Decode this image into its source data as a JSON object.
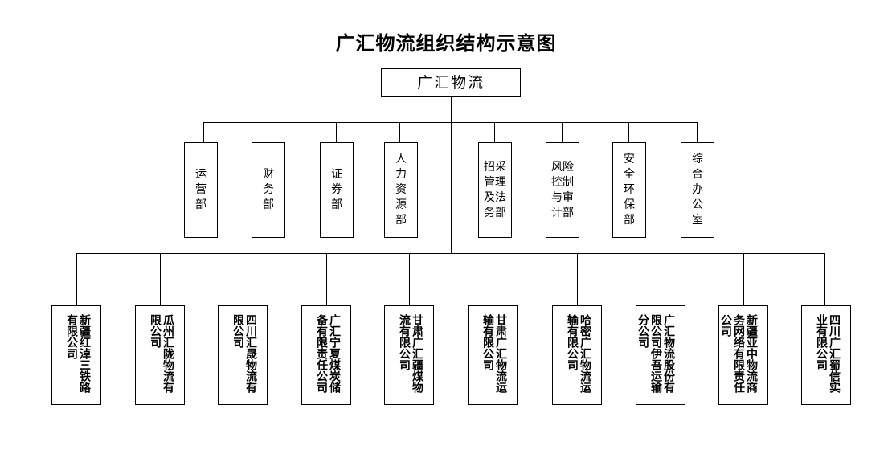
{
  "title": "广汇物流组织结构示意图",
  "root": {
    "label": "广汇物流"
  },
  "departments": [
    {
      "id": "dept-operations",
      "label": "运营部"
    },
    {
      "id": "dept-finance",
      "label": "财务部"
    },
    {
      "id": "dept-securities",
      "label": "证券部"
    },
    {
      "id": "dept-hr",
      "label": "人力资源部"
    },
    {
      "id": "dept-procurement-legal",
      "label": "招采管理及法务部"
    },
    {
      "id": "dept-risk-audit",
      "label": "风险控制与审计部"
    },
    {
      "id": "dept-safety-env",
      "label": "安全环保部"
    },
    {
      "id": "dept-general-office",
      "label": "综合办公室"
    }
  ],
  "subsidiaries": [
    {
      "id": "sub-hongchun-railway",
      "label": "新疆红淖三铁路有限公司"
    },
    {
      "id": "sub-guazhou-huilong",
      "label": "瓜州汇陇物流有限公司"
    },
    {
      "id": "sub-sichuan-huisheng",
      "label": "四川汇晟物流有限公司"
    },
    {
      "id": "sub-guanghui-ningxia",
      "label": "广汇宁夏煤炭储备有限责任公司"
    },
    {
      "id": "sub-gansu-guanghui-xinjiang-coal",
      "label": "甘肃广汇疆煤物流有限公司"
    },
    {
      "id": "sub-gansu-guanghui-logistics-transport",
      "label": "甘肃广汇物流运输有限公司"
    },
    {
      "id": "sub-hami-guanghui-logistics-transport",
      "label": "哈密广汇物流运输有限公司"
    },
    {
      "id": "sub-yiwu-branch",
      "label": "广汇物流股份有限公司伊吾运输分公司"
    },
    {
      "id": "sub-xinjiang-yazhong",
      "label": "新疆亚中物流商务网络有限责任公司"
    },
    {
      "id": "sub-sichuan-guanghui-shuxin",
      "label": "四川广汇蜀信实业有限公司"
    }
  ],
  "colors": {
    "line": "#000000",
    "box_border": "#000000",
    "background": "#ffffff"
  }
}
